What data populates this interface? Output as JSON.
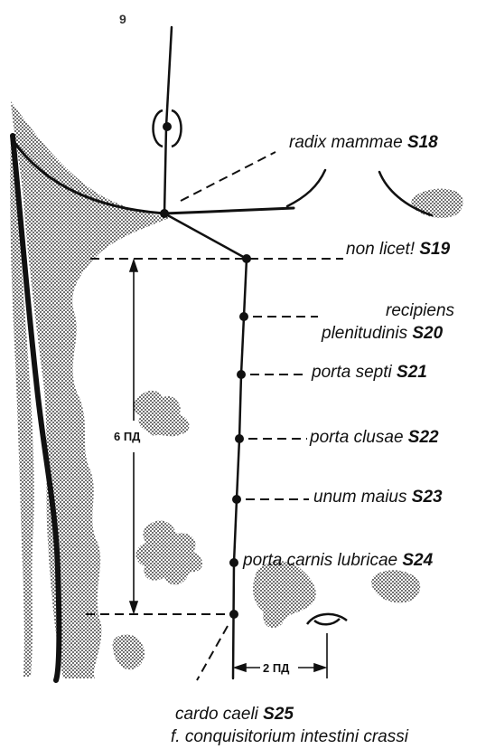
{
  "page_number": "9",
  "points": [
    {
      "name": "radix mammae",
      "code": "S18"
    },
    {
      "name": "non licet!",
      "code": "S19"
    },
    {
      "name_line1": "recipiens",
      "name_line2": "plenitudinis",
      "code": "S20"
    },
    {
      "name": "porta septi",
      "code": "S21"
    },
    {
      "name": "porta clusae",
      "code": "S22"
    },
    {
      "name": "unum maius",
      "code": "S23"
    },
    {
      "name": "porta carnis lubricae",
      "code": "S24"
    },
    {
      "name": "cardo caeli",
      "code": "S25",
      "subtitle": "f. conquisitorium intestini crassi"
    }
  ],
  "measurements": {
    "vertical": "6 ПД",
    "horizontal": "2 ПД"
  },
  "colors": {
    "ink": "#111111",
    "stipple": "#7a7a7a",
    "paper": "#ffffff"
  }
}
